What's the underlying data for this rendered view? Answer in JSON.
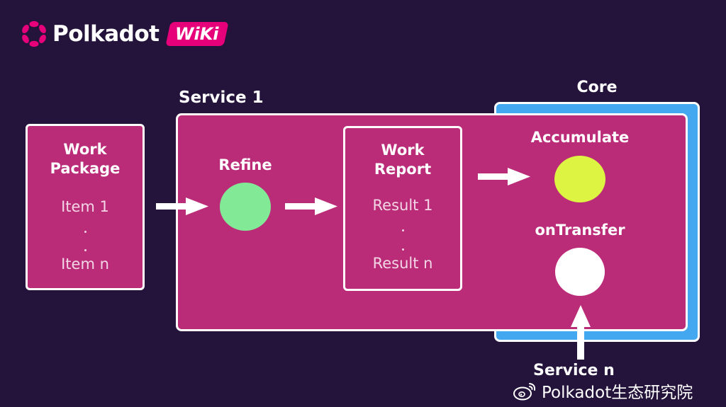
{
  "brand": {
    "logo_text": "Polkadot",
    "badge_text": "WiKi",
    "accent_color": "#e6007a"
  },
  "diagram": {
    "work_package": {
      "title_line1": "Work",
      "title_line2": "Package",
      "first_item": "Item 1",
      "last_item": "Item n"
    },
    "service": {
      "label": "Service 1",
      "refine_label": "Refine",
      "work_report": {
        "title_line1": "Work",
        "title_line2": "Report",
        "first_result": "Result 1",
        "last_result": "Result n"
      },
      "accumulate_label": "Accumulate",
      "on_transfer_label": "onTransfer"
    },
    "core_label": "Core",
    "service_n_label": "Service n",
    "colors": {
      "background": "#24133a",
      "service_fill": "#bb2c78",
      "core_fill": "#43a8f0",
      "refine_circle": "#82ea97",
      "accumulate_circle": "#ddf542",
      "transfer_circle": "#ffffff"
    }
  },
  "watermark": {
    "icon": "weibo-icon",
    "text": "Polkadot生态研究院"
  }
}
